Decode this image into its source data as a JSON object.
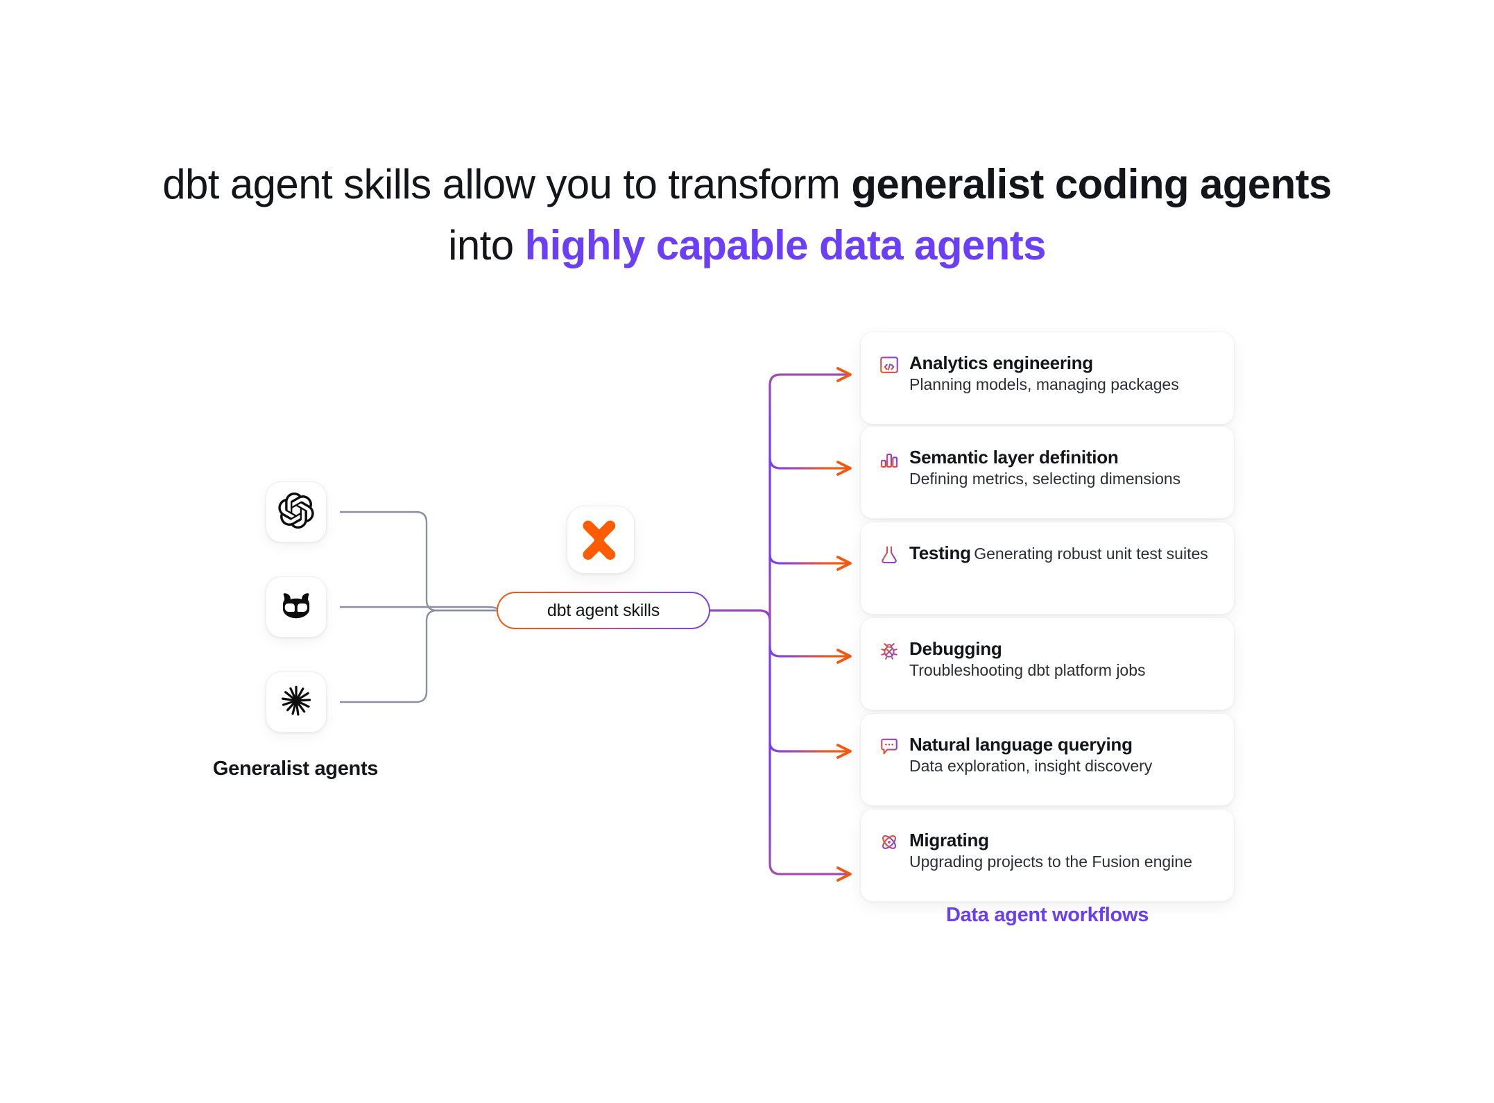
{
  "headline": {
    "line1_plain": "dbt agent skills allow you to transform ",
    "line1_strong": "generalist coding agents",
    "line2_plain": "into ",
    "line2_accent": "highly capable data agents"
  },
  "colors": {
    "accent_purple": "#6a3ff5",
    "accent_orange": "#f4580f",
    "text": "#14151a",
    "card_border": "#f0f1f4",
    "connector_gray": "#8a90a3"
  },
  "left": {
    "label": "Generalist agents",
    "agents": [
      {
        "name": "OpenAI",
        "icon": "openai-logo-icon"
      },
      {
        "name": "GitHub Copilot",
        "icon": "github-copilot-logo-icon"
      },
      {
        "name": "Claude",
        "icon": "claude-logo-icon"
      }
    ]
  },
  "center": {
    "logo_icon": "dbt-logo-icon",
    "pill_label": "dbt agent skills"
  },
  "right": {
    "label": "Data agent workflows",
    "cards": [
      {
        "icon": "code-window-icon",
        "title": "Analytics engineering",
        "subtitle": "Planning models, managing packages"
      },
      {
        "icon": "bar-chart-icon",
        "title": "Semantic layer definition",
        "subtitle": "Defining metrics, selecting dimensions"
      },
      {
        "icon": "flask-icon",
        "title": "Testing",
        "subtitle": "Generating robust unit test suites"
      },
      {
        "icon": "bug-icon",
        "title": "Debugging",
        "subtitle": "Troubleshooting dbt platform jobs"
      },
      {
        "icon": "chat-bubble-icon",
        "title": "Natural language querying",
        "subtitle": "Data exploration, insight discovery"
      },
      {
        "icon": "atom-icon",
        "title": "Migrating",
        "subtitle": "Upgrading projects to the Fusion engine"
      }
    ]
  }
}
